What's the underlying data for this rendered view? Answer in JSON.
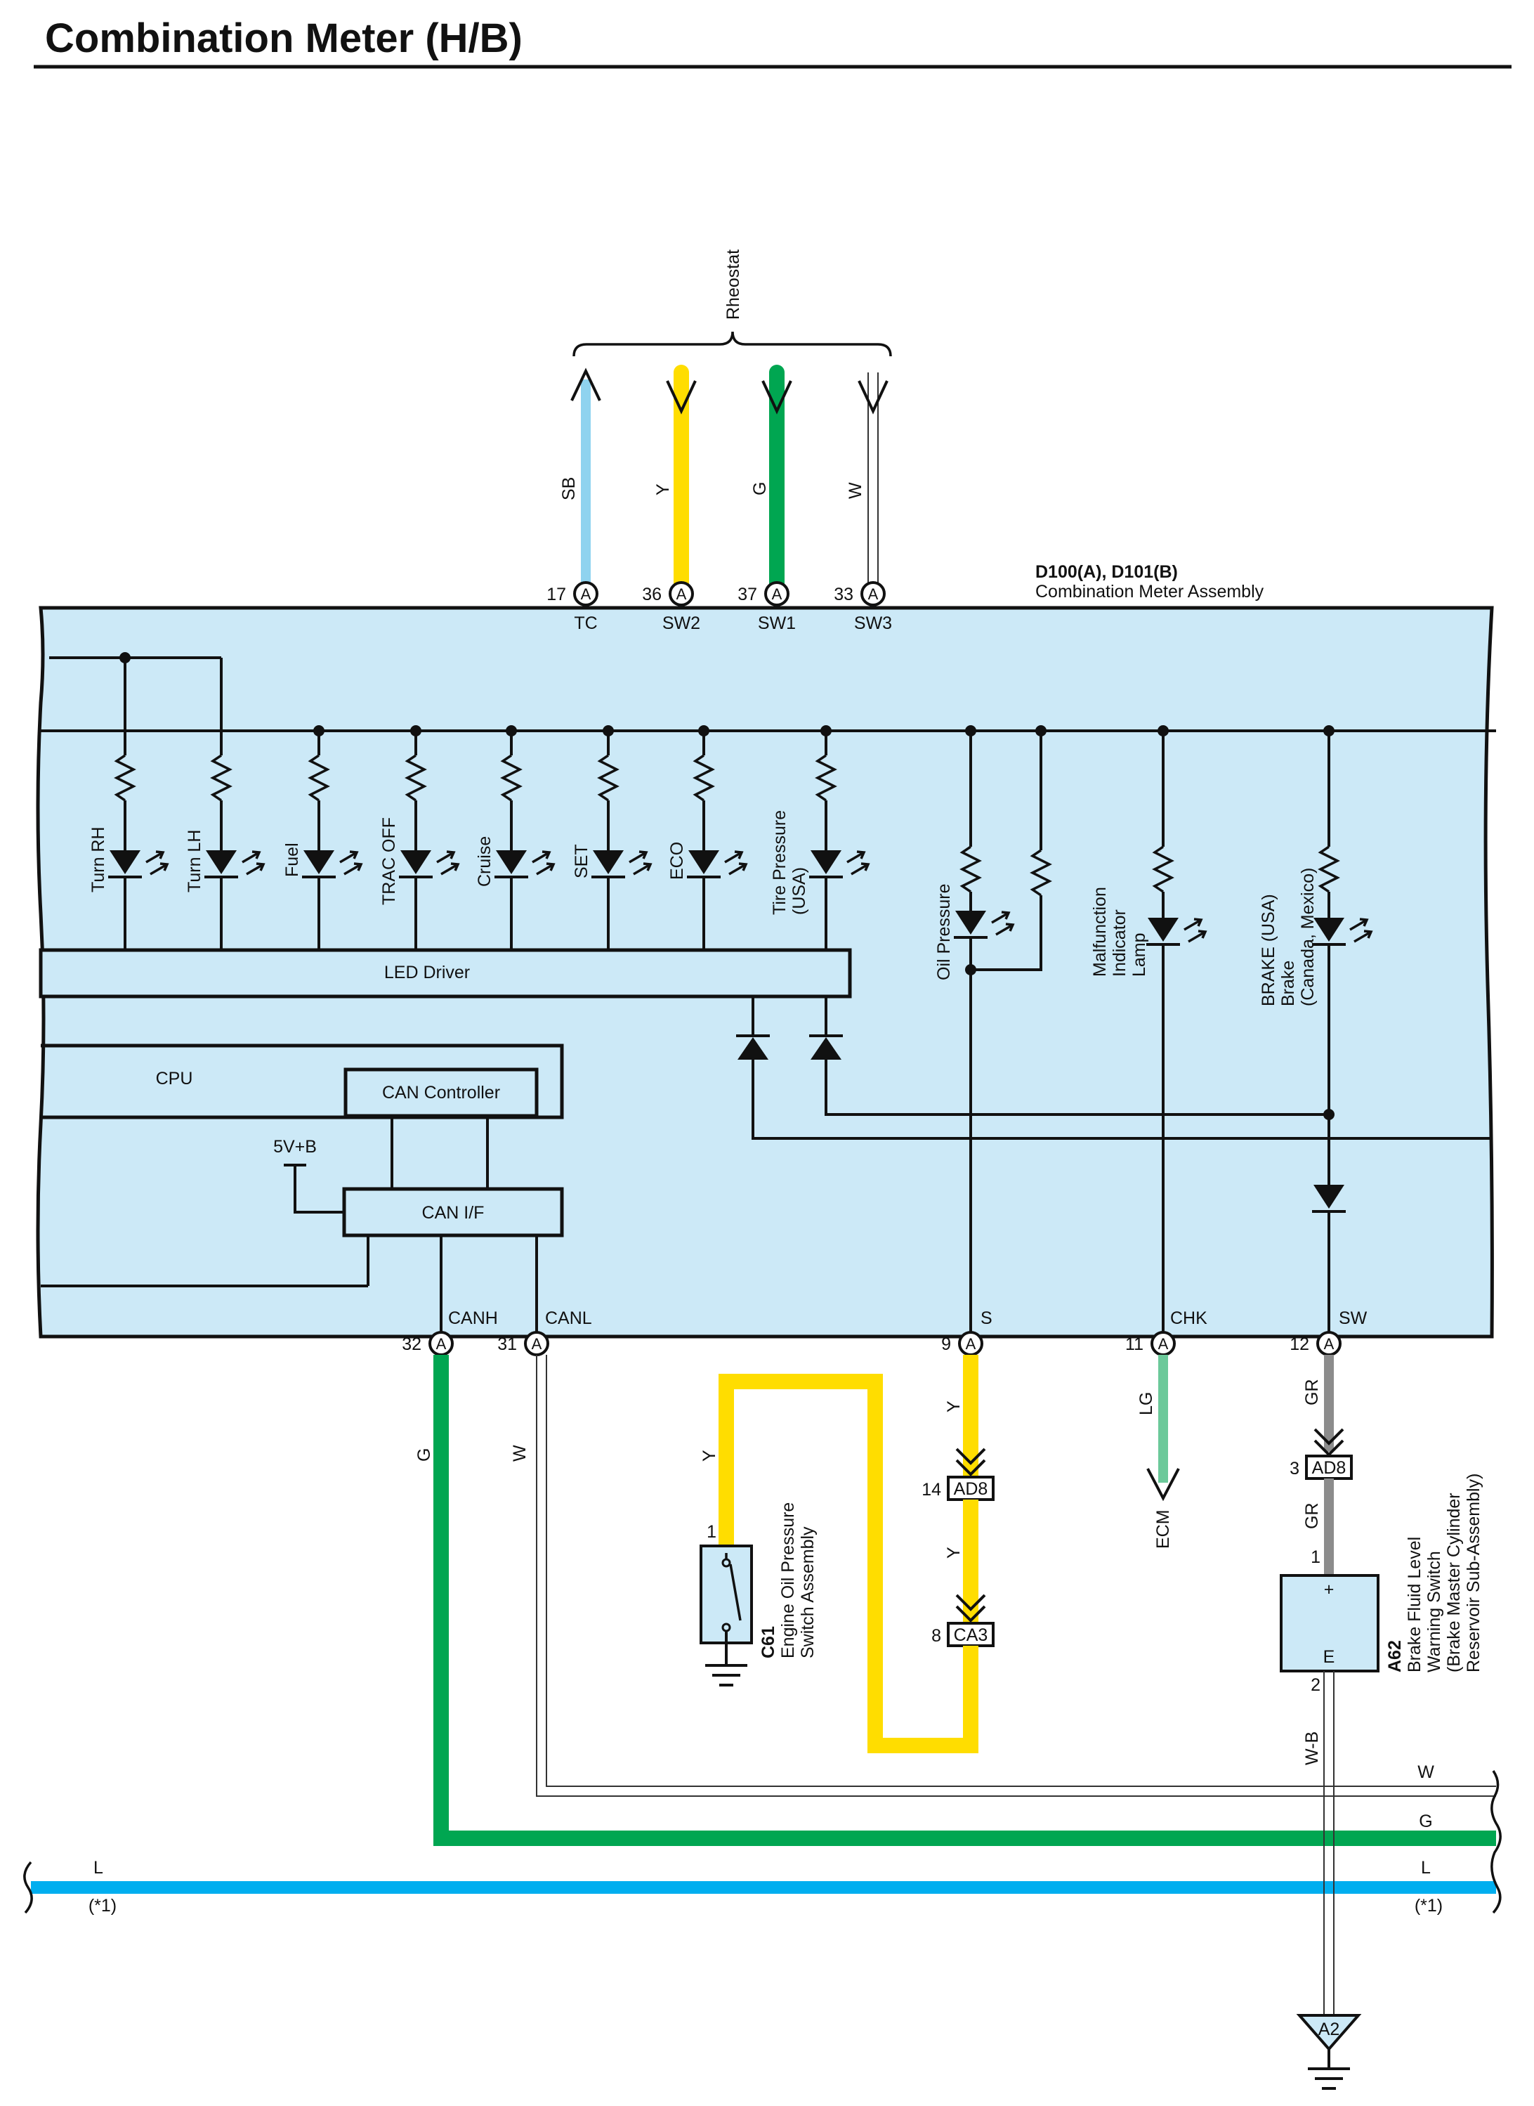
{
  "title": "Combination Meter (H/B)",
  "colors": {
    "module_fill": "#cce9f7",
    "SB": "#8fd3ef",
    "Y": "#ffdd00",
    "G": "#00a651",
    "LG": "#6cc99a",
    "GR": "#8c8c8c",
    "L": "#00aeef",
    "W": "#ffffff",
    "outline": "#111111"
  },
  "module": {
    "connector": "D100(A), D101(B)",
    "name": "Combination Meter Assembly"
  },
  "rheostat_label": "Rheostat",
  "top_pins": [
    {
      "num": "17",
      "conn": "A",
      "name": "TC",
      "wire": "SB"
    },
    {
      "num": "36",
      "conn": "A",
      "name": "SW2",
      "wire": "Y"
    },
    {
      "num": "37",
      "conn": "A",
      "name": "SW1",
      "wire": "G"
    },
    {
      "num": "33",
      "conn": "A",
      "name": "SW3",
      "wire": "W"
    }
  ],
  "bottom_pins": [
    {
      "num": "32",
      "conn": "A",
      "name": "CANH",
      "wire": "G"
    },
    {
      "num": "31",
      "conn": "A",
      "name": "CANL",
      "wire": "W"
    },
    {
      "num": "9",
      "conn": "A",
      "name": "S",
      "wire": "Y"
    },
    {
      "num": "11",
      "conn": "A",
      "name": "CHK",
      "wire": "LG"
    },
    {
      "num": "12",
      "conn": "A",
      "name": "SW",
      "wire": "GR"
    }
  ],
  "lamps": [
    "Turn RH",
    "Turn LH",
    "Fuel",
    "TRAC OFF",
    "Cruise",
    "SET",
    "ECO"
  ],
  "tire_pressure": [
    "Tire Pressure",
    "(USA)"
  ],
  "oil_pressure": "Oil Pressure",
  "malfunction": [
    "Malfunction",
    "Indicator",
    "Lamp"
  ],
  "brake": [
    "BRAKE (USA)",
    "Brake",
    "(Canada, Mexico)"
  ],
  "blocks": {
    "led_driver": "LED Driver",
    "cpu": "CPU",
    "can_controller": "CAN Controller",
    "can_if": "CAN I/F",
    "supply": "5V+B"
  },
  "oil_switch": {
    "code": "C61",
    "name": [
      "Engine Oil Pressure",
      "Switch Assembly"
    ],
    "pin": "1",
    "wire": "Y"
  },
  "brake_switch": {
    "code": "A62",
    "name": [
      "Brake Fluid Level",
      "Warning Switch",
      "(Brake Master Cylinder",
      "Reservoir Sub-Assembly)"
    ],
    "pin_plus": "1",
    "pin_e": "2",
    "plus": "+",
    "e": "E",
    "wire_in": "GR",
    "wire_out": "W-B"
  },
  "connectors": {
    "ad8_s": {
      "label": "AD8",
      "pin": "14"
    },
    "ca3": {
      "label": "CA3",
      "pin": "8"
    },
    "ad8_sw": {
      "label": "AD8",
      "pin": "3"
    }
  },
  "ecm_label": "ECM",
  "wire_labels": {
    "s_upper": "Y",
    "s_lower": "Y",
    "chk": "LG",
    "sw_upper": "GR",
    "sw_lower": "GR",
    "canh": "G",
    "canl": "W",
    "oil": "Y"
  },
  "bus": {
    "w": "W",
    "g": "G",
    "l": "L",
    "l_left": "L",
    "note": "(*1)"
  },
  "ground_ref": "A2"
}
